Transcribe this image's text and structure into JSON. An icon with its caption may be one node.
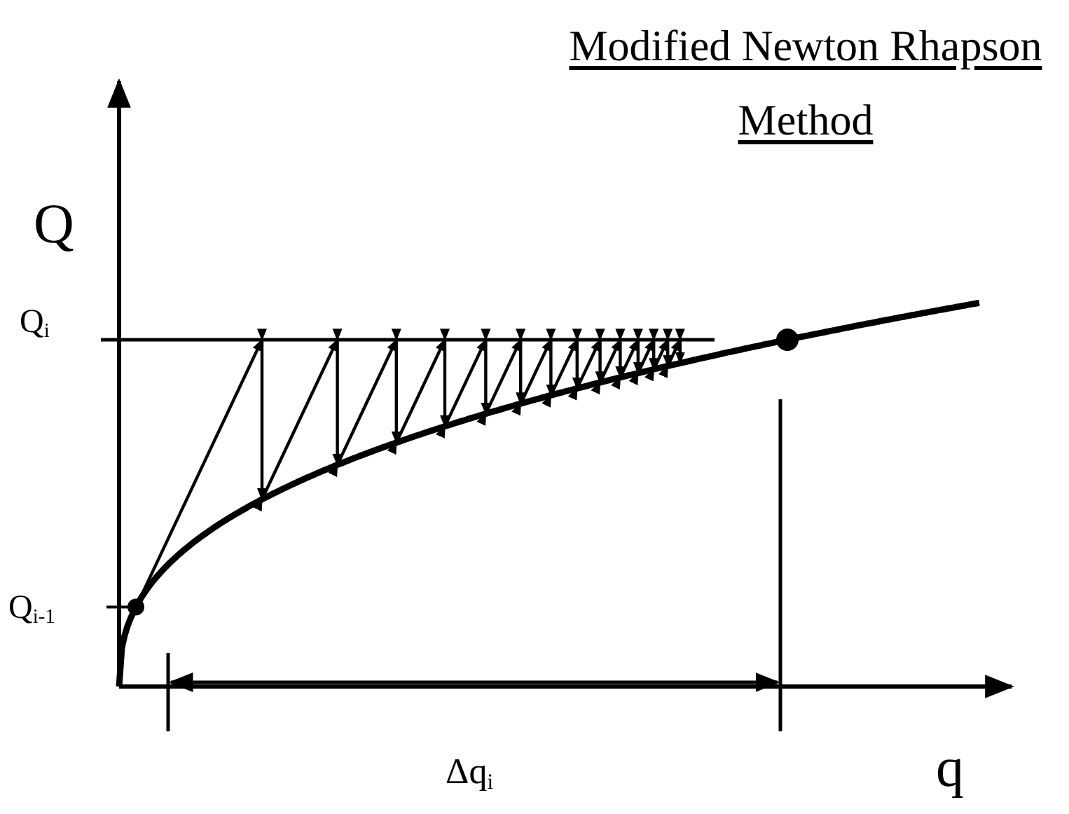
{
  "diagram": {
    "title": "Modified Newton Rhapson Method",
    "labels": [
      "Q",
      "Q$_{i}$",
      "Q$_{i-1}$",
      "Δq$_{i}$",
      "q"
    ]
  }
}
